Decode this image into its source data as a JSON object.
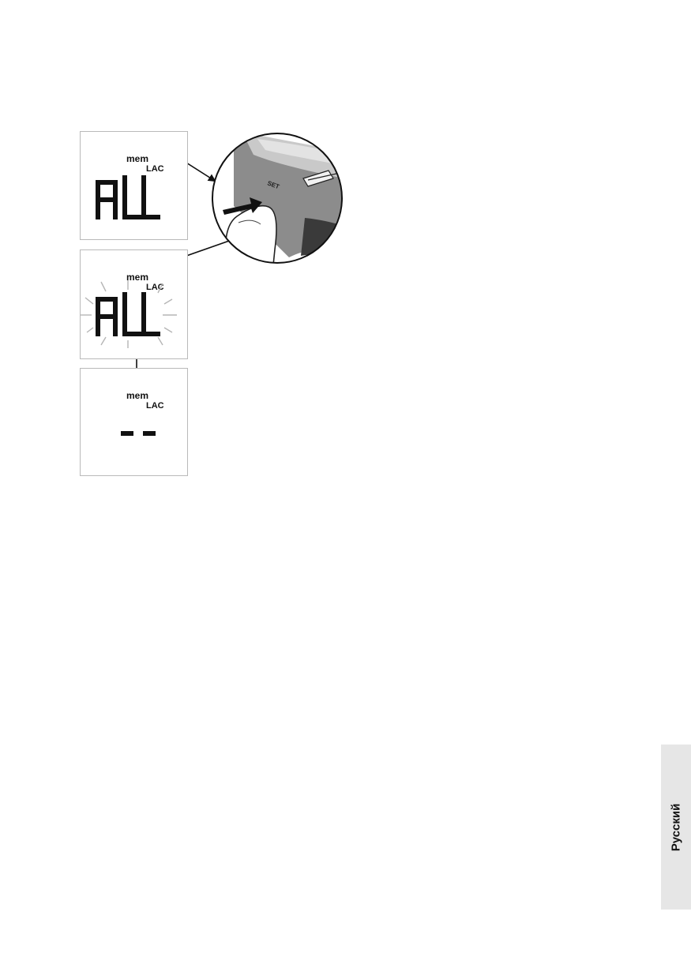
{
  "displays": [
    {
      "indicator_top": "mem",
      "indicator_sub": "LAC",
      "reading": "ALL",
      "state": "steady"
    },
    {
      "indicator_top": "mem",
      "indicator_sub": "LAC",
      "reading": "ALL",
      "state": "flashing"
    },
    {
      "indicator_top": "mem",
      "indicator_sub": "LAC",
      "reading": "- -",
      "state": "cleared"
    }
  ],
  "device_button_label": "SET",
  "icons": [
    "hand-pressing-button-icon",
    "arrow-icon"
  ],
  "side_tab": {
    "label": "Русский",
    "color": "#e6e6e6"
  }
}
